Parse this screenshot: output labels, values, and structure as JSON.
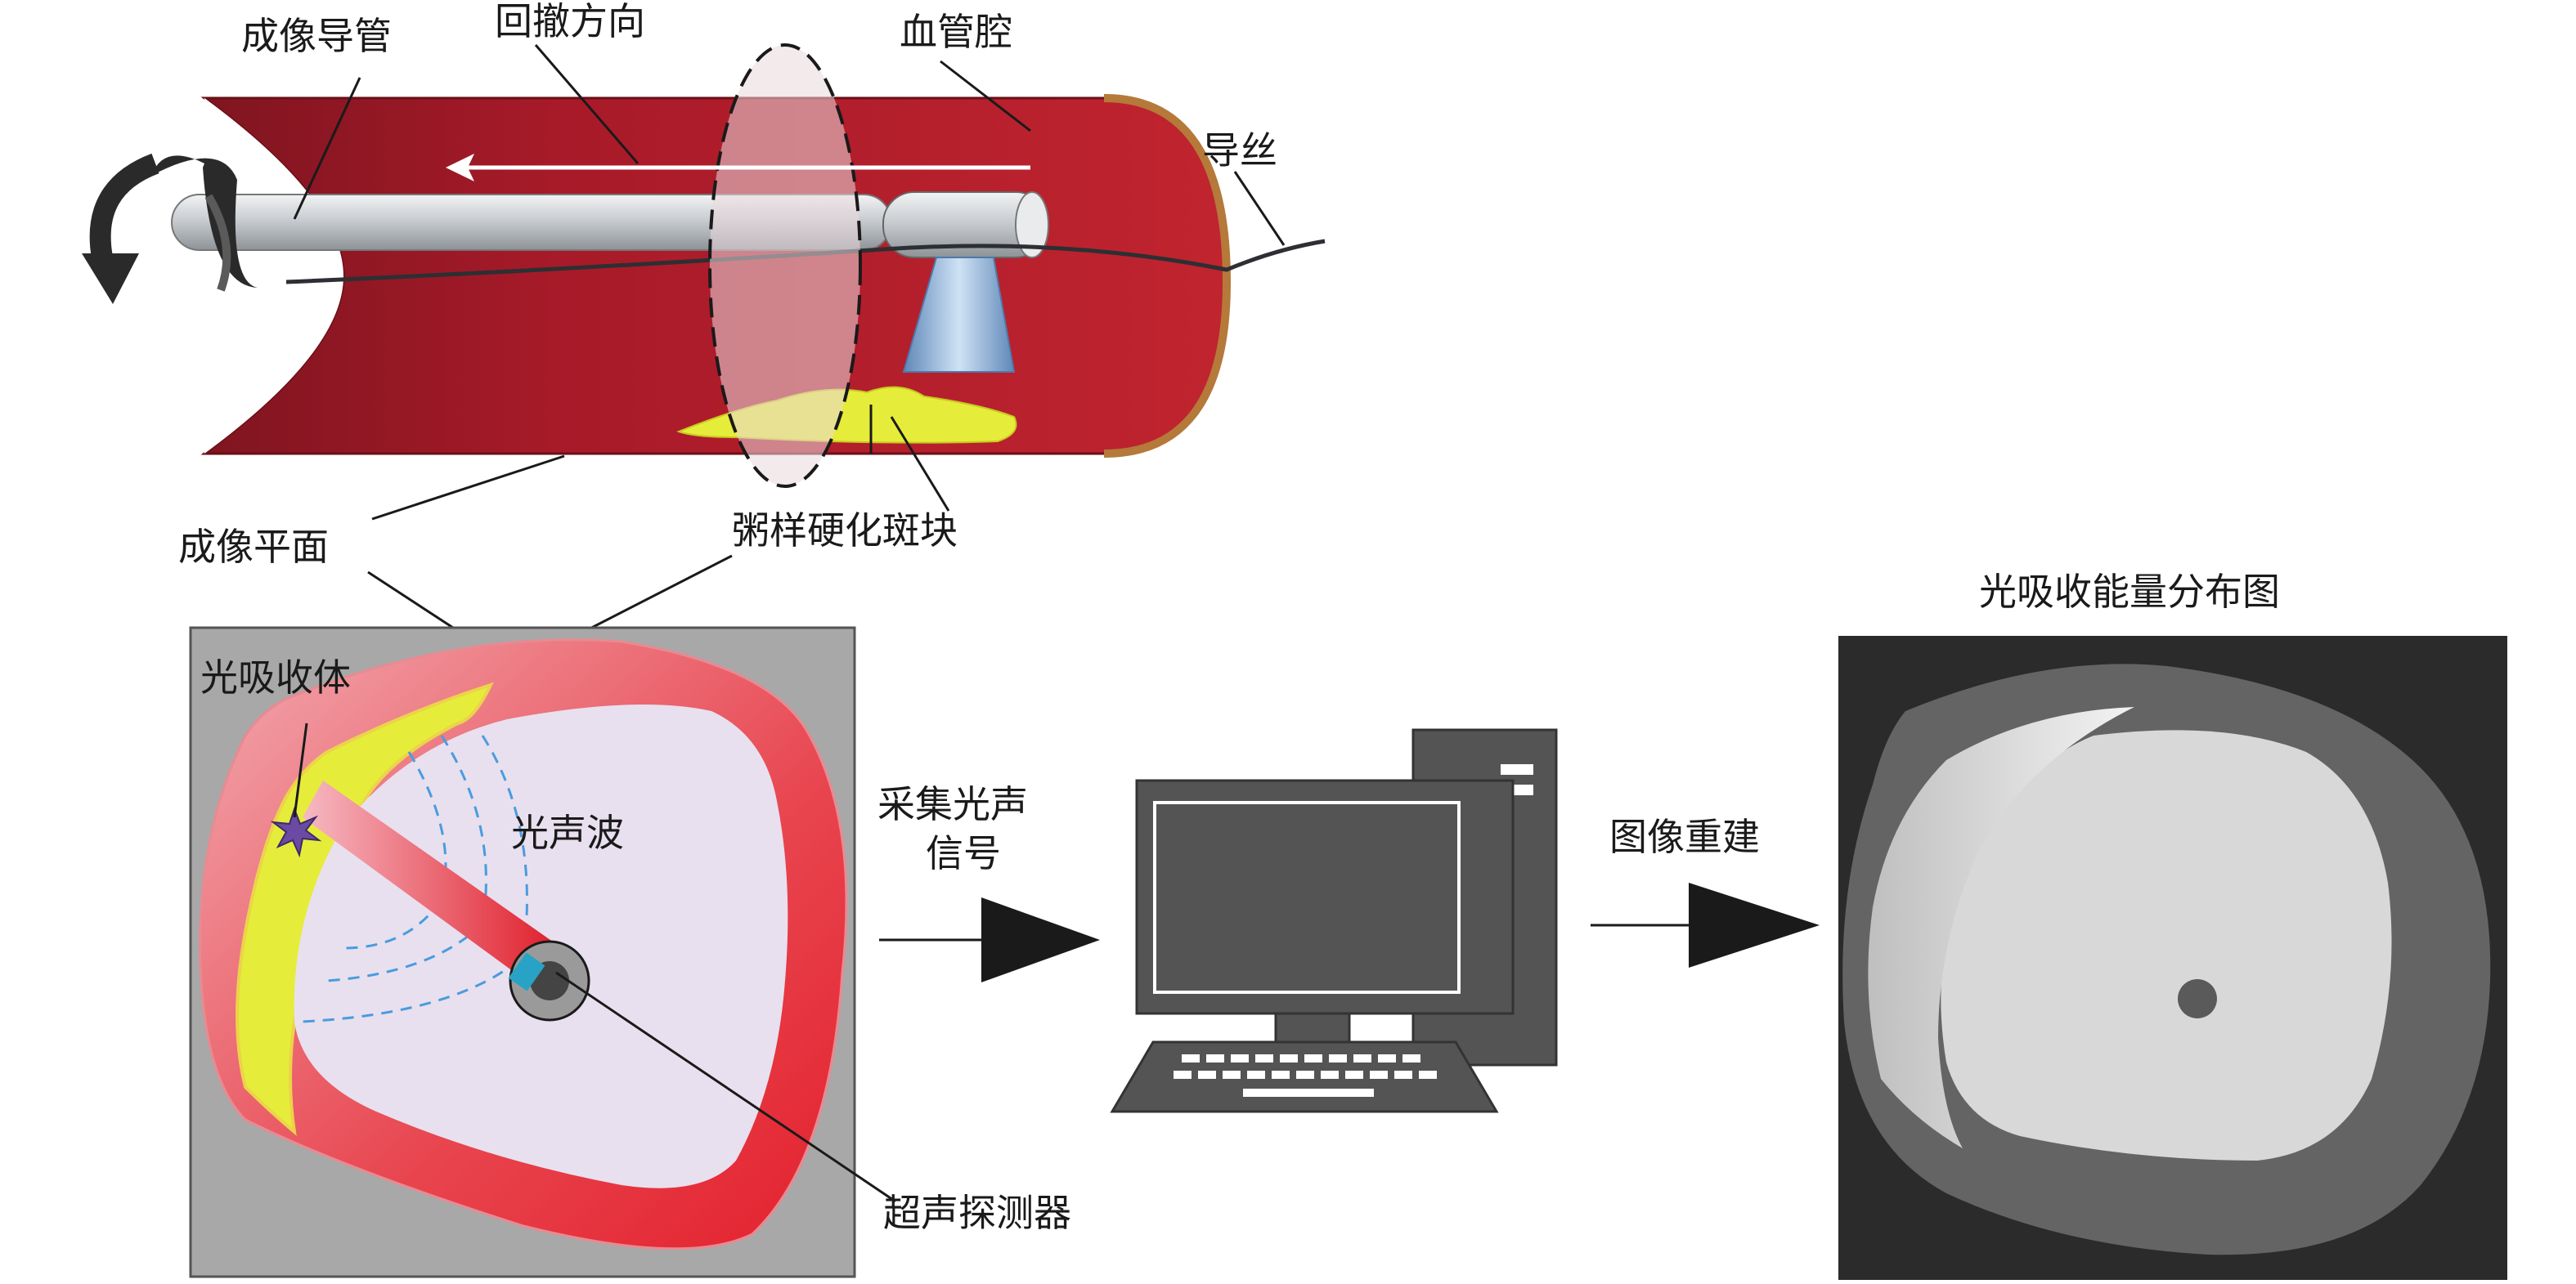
{
  "labels": {
    "imaging_catheter": "成像导管",
    "pullback_direction": "回撤方向",
    "vessel_lumen": "血管腔",
    "guide_wire": "导丝",
    "imaging_plane": "成像平面",
    "atherosclerotic_plaque": "粥样硬化斑块",
    "light_absorber": "光吸收体",
    "photoacoustic_wave": "光声波",
    "ultrasound_detector": "超声探测器",
    "acquire_signal_line1": "采集光声",
    "acquire_signal_line2": "信号",
    "image_reconstruction": "图像重建",
    "energy_distribution_map": "光吸收能量分布图"
  },
  "colors": {
    "vessel_red": "#b81f2e",
    "vessel_dark": "#7f1520",
    "plaque_yellow": "#e6ec3a",
    "catheter_gray": "#c9cdd1",
    "probe_blue": "#8fb6e0",
    "lumen_lilac": "#e8e0ee",
    "panel_gray": "#a8a8a8",
    "wave_blue": "#4a9be0",
    "absorber_purple": "#6b4aa3",
    "computer_gray": "#545454",
    "map_dark": "#2b2b2b",
    "map_mid": "#646464",
    "map_light": "#d8d8d8",
    "map_bright": "#eeeeee"
  },
  "icons": {
    "rotation": "rotation-arrow-icon",
    "computer": "desktop-computer-icon",
    "arrow": "right-arrow-icon",
    "absorber": "star-icon"
  }
}
